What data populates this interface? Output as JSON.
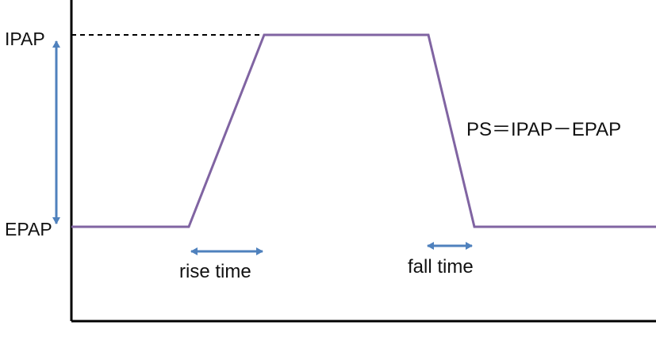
{
  "diagram": {
    "labels": {
      "ipap": "IPAP",
      "epap": "EPAP",
      "rise_time": "rise time",
      "fall_time": "fall time",
      "formula": "PS＝IPAP－EPAP"
    },
    "colors": {
      "waveform": "#8064a2",
      "arrows": "#4f81bd",
      "axes": "#000000",
      "dashed_reference": "#000000"
    }
  }
}
